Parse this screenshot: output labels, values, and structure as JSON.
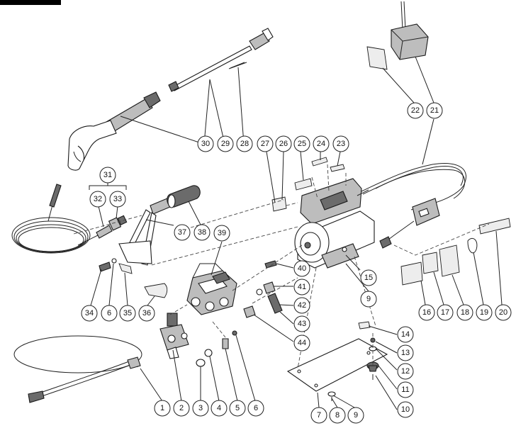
{
  "callouts": [
    {
      "id": "c1",
      "label": "1"
    },
    {
      "id": "c2",
      "label": "2"
    },
    {
      "id": "c3",
      "label": "3"
    },
    {
      "id": "c4",
      "label": "4"
    },
    {
      "id": "c5",
      "label": "5"
    },
    {
      "id": "c6a",
      "label": "6"
    },
    {
      "id": "c6b",
      "label": "6"
    },
    {
      "id": "c7",
      "label": "7"
    },
    {
      "id": "c8",
      "label": "8"
    },
    {
      "id": "c9a",
      "label": "9"
    },
    {
      "id": "c9b",
      "label": "9"
    },
    {
      "id": "c10",
      "label": "10"
    },
    {
      "id": "c11",
      "label": "11"
    },
    {
      "id": "c12",
      "label": "12"
    },
    {
      "id": "c13",
      "label": "13"
    },
    {
      "id": "c14",
      "label": "14"
    },
    {
      "id": "c15",
      "label": "15"
    },
    {
      "id": "c16",
      "label": "16"
    },
    {
      "id": "c17",
      "label": "17"
    },
    {
      "id": "c18",
      "label": "18"
    },
    {
      "id": "c19",
      "label": "19"
    },
    {
      "id": "c20",
      "label": "20"
    },
    {
      "id": "c21",
      "label": "21"
    },
    {
      "id": "c22",
      "label": "22"
    },
    {
      "id": "c23",
      "label": "23"
    },
    {
      "id": "c24",
      "label": "24"
    },
    {
      "id": "c25",
      "label": "25"
    },
    {
      "id": "c26",
      "label": "26"
    },
    {
      "id": "c27",
      "label": "27"
    },
    {
      "id": "c28",
      "label": "28"
    },
    {
      "id": "c29",
      "label": "29"
    },
    {
      "id": "c30",
      "label": "30"
    },
    {
      "id": "c31",
      "label": "31"
    },
    {
      "id": "c32",
      "label": "32"
    },
    {
      "id": "c33",
      "label": "33"
    },
    {
      "id": "c34",
      "label": "34"
    },
    {
      "id": "c35",
      "label": "35"
    },
    {
      "id": "c36",
      "label": "36"
    },
    {
      "id": "c37",
      "label": "37"
    },
    {
      "id": "c38",
      "label": "38"
    },
    {
      "id": "c39",
      "label": "39"
    },
    {
      "id": "c40",
      "label": "40"
    },
    {
      "id": "c41",
      "label": "41"
    },
    {
      "id": "c42",
      "label": "42"
    },
    {
      "id": "c43",
      "label": "43"
    },
    {
      "id": "c44",
      "label": "44"
    }
  ],
  "colors": {
    "line": "#222222",
    "tab": "#000000",
    "callout_fill": "#ffffff"
  }
}
